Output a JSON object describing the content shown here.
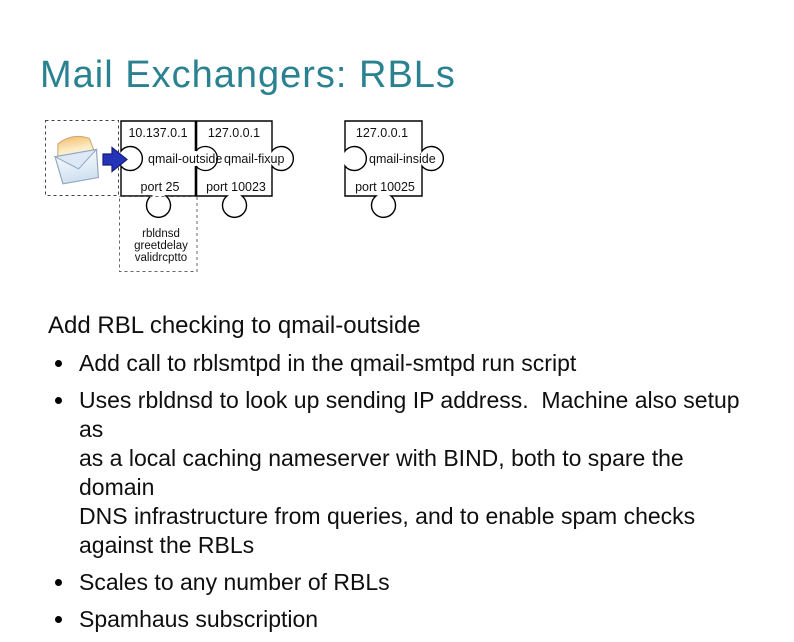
{
  "slide": {
    "title": "Mail Exchangers: RBLs",
    "heading": "Add RBL checking to qmail-outside",
    "bullets": [
      {
        "text": "Add call to rblsmtpd in the qmail-smtpd run script"
      },
      {
        "text": "Uses rbldnsd to look up sending IP address.  Machine also setup as\nas a local caching nameserver with BIND, both to spare the domain\nDNS infrastructure from queries, and to enable spam checks\nagainst the RBLs"
      },
      {
        "text": "Scales to any number of RBLs"
      },
      {
        "text": "Spamhaus subscription"
      }
    ]
  },
  "diagram": {
    "pieces": [
      {
        "ip": "10.137.0.1",
        "name": "qmail-outside",
        "port": "port 25"
      },
      {
        "ip": "127.0.0.1",
        "name": "qmail-fixup",
        "port": "port 10023"
      },
      {
        "ip": "127.0.0.1",
        "name": "qmail-inside",
        "port": "port 10025"
      }
    ],
    "rbl_services": [
      "rbldnsd",
      "greetdelay",
      "validrcptto"
    ],
    "icons": [
      "envelope-icon",
      "arrow-right-icon"
    ]
  },
  "colors": {
    "title": "#2a8291",
    "body_text": "#0f0f0f",
    "arrow_fill": "#2433b8",
    "arrow_stroke": "#131e7c",
    "outline": "#000000"
  }
}
